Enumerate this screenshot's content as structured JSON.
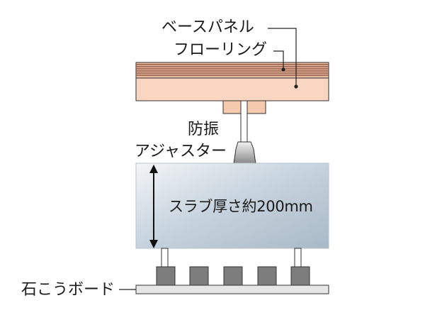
{
  "labels": {
    "base_panel": "ベースパネル",
    "flooring": "フローリング",
    "anti_vibration": "防振",
    "adjuster": "アジャスター",
    "slab_thickness": "スラブ厚さ約200mm",
    "gypsum_board": "石こうボード"
  },
  "colors": {
    "flooring_layers": "#a06a52",
    "flooring_light": "#e9b9a0",
    "base_panel": "#f8d6c1",
    "adjuster_pad": "#f5c9ad",
    "slab_light": "#dfe6ec",
    "slab_dark": "#a9bac8",
    "support_block": "#7d7d7d",
    "gypsum_board": "#e6e6e6",
    "leader_line": "#222222"
  }
}
